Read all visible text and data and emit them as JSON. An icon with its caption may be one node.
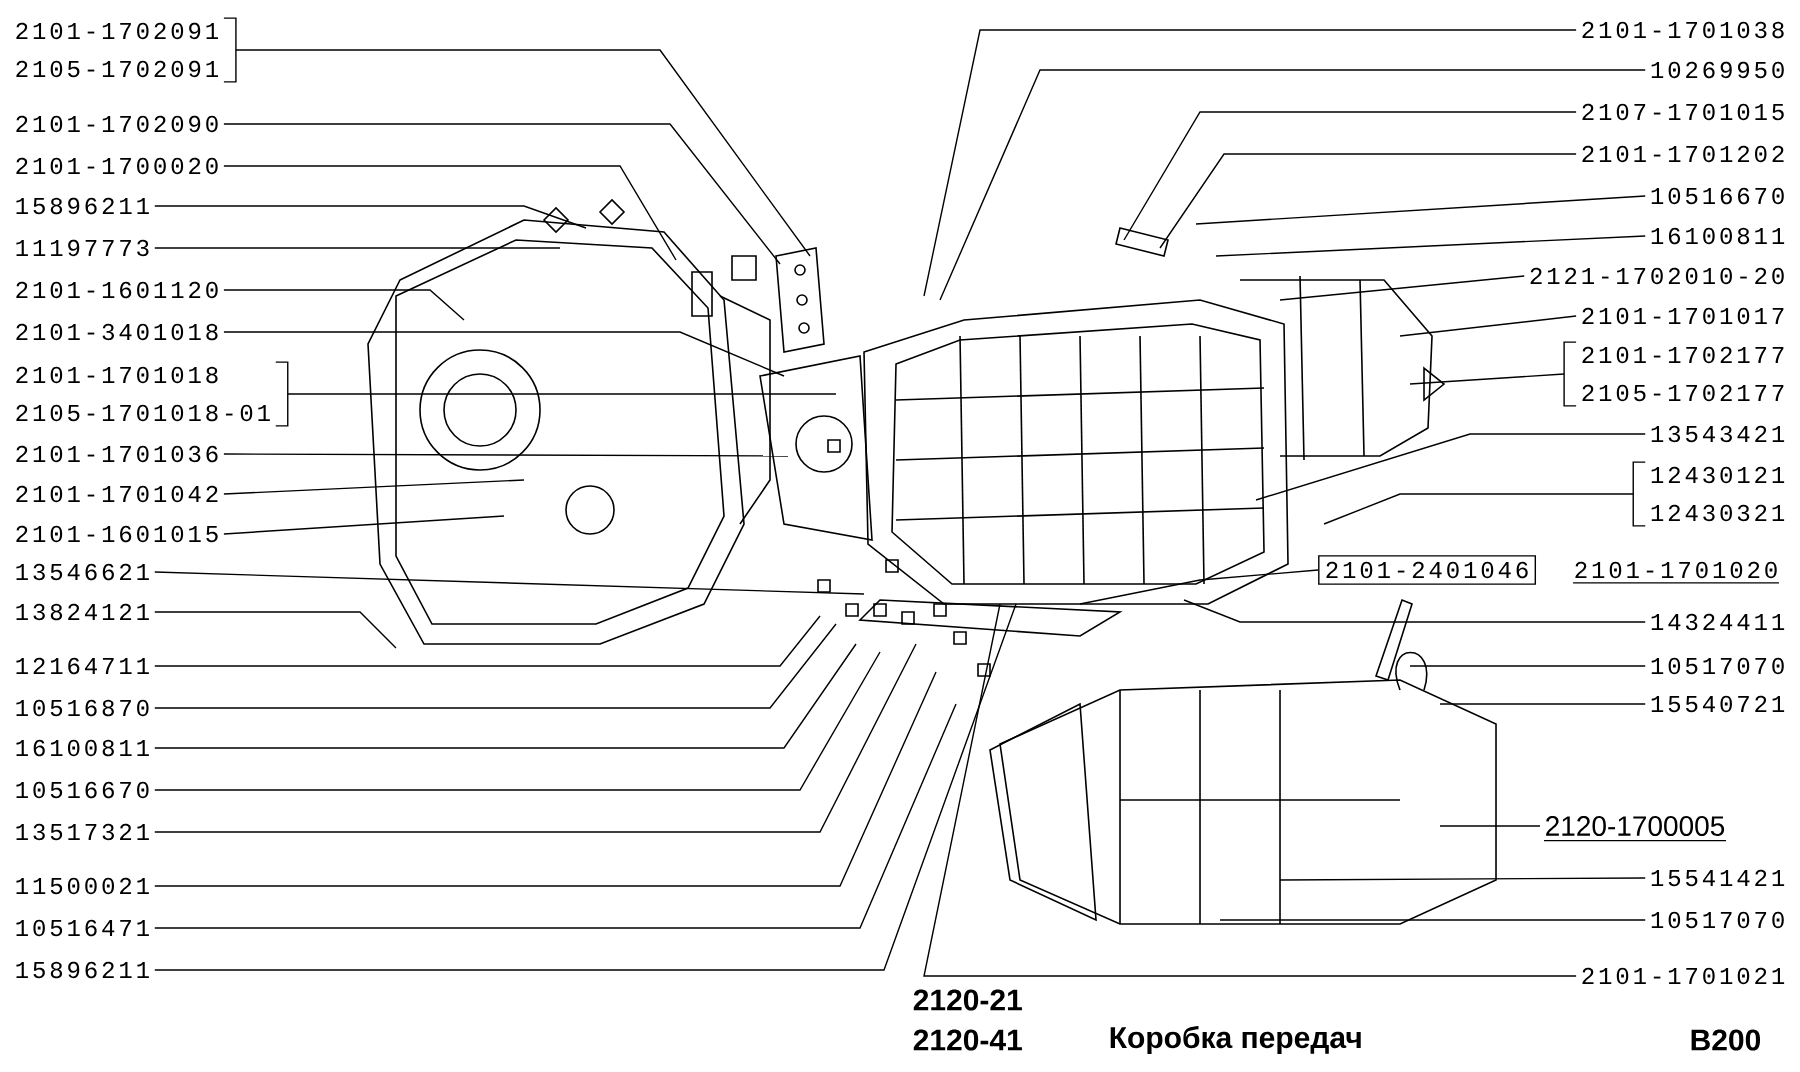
{
  "diagram": {
    "title": "Коробка передач",
    "nodes": [
      {
        "text": [
          "2101-1702091",
          "2105-1702091"
        ]
      },
      {
        "text": [
          "2101-1702090"
        ]
      },
      {
        "text": [
          "2101-1700020"
        ]
      },
      {
        "text": [
          "15896211"
        ]
      },
      {
        "text": [
          "11197773"
        ]
      },
      {
        "text": [
          "2101-1601120"
        ]
      },
      {
        "text": [
          "2101-3401018"
        ]
      },
      {
        "text": [
          "2101-1701018",
          "2105-1701018-01"
        ]
      },
      {
        "text": [
          "2101-1701036"
        ]
      },
      {
        "text": [
          "2101-1701042"
        ]
      },
      {
        "text": [
          "2101-1601015"
        ]
      },
      {
        "text": [
          "13546621"
        ]
      },
      {
        "text": [
          "13824121"
        ]
      },
      {
        "text": [
          "12164711"
        ]
      },
      {
        "text": [
          "10516870"
        ]
      },
      {
        "text": [
          "16100811"
        ]
      },
      {
        "text": [
          "10516670"
        ]
      },
      {
        "text": [
          "13517321"
        ]
      },
      {
        "text": [
          "11500021"
        ]
      },
      {
        "text": [
          "10516471"
        ]
      },
      {
        "text": [
          "15896211"
        ]
      },
      {
        "text": [
          "2101-1701038"
        ]
      },
      {
        "text": [
          "10269950"
        ]
      },
      {
        "text": [
          "2107-1701015"
        ]
      },
      {
        "text": [
          "2101-1701202"
        ]
      },
      {
        "text": [
          "10516670"
        ]
      },
      {
        "text": [
          "16100811"
        ]
      },
      {
        "text": [
          "2121-1702010-20"
        ]
      },
      {
        "text": [
          "2101-1701017"
        ]
      },
      {
        "text": [
          "2101-1702177",
          "2105-1702177"
        ]
      },
      {
        "text": [
          "13543421"
        ]
      },
      {
        "text": [
          "12430121",
          "12430321"
        ]
      },
      {
        "text": [
          "2101-2401046"
        ]
      },
      {
        "text": [
          "14324411"
        ]
      },
      {
        "text": [
          "10517070"
        ]
      },
      {
        "text": [
          "15540721"
        ]
      },
      {
        "text": [
          "2120-1700005"
        ]
      },
      {
        "text": [
          "15541421"
        ]
      },
      {
        "text": [
          "10517070"
        ]
      },
      {
        "text": [
          "2101-1701021"
        ]
      }
    ],
    "edges": [
      {
        "from": 0,
        "to": null,
        "arrow": "none"
      },
      {
        "from": 1,
        "to": null,
        "arrow": "none"
      },
      {
        "from": 2,
        "to": null,
        "arrow": "none"
      },
      {
        "from": 3,
        "to": null,
        "arrow": "none"
      },
      {
        "from": 4,
        "to": null,
        "arrow": "none"
      },
      {
        "from": 5,
        "to": null,
        "arrow": "none"
      },
      {
        "from": 6,
        "to": null,
        "arrow": "none"
      },
      {
        "from": 7,
        "to": null,
        "arrow": "none"
      },
      {
        "from": 8,
        "to": null,
        "arrow": "none"
      },
      {
        "from": 9,
        "to": null,
        "arrow": "none"
      },
      {
        "from": 10,
        "to": null,
        "arrow": "none"
      },
      {
        "from": 11,
        "to": null,
        "arrow": "none"
      },
      {
        "from": 12,
        "to": null,
        "arrow": "none"
      },
      {
        "from": 13,
        "to": null,
        "arrow": "none"
      },
      {
        "from": 14,
        "to": null,
        "arrow": "none"
      },
      {
        "from": 15,
        "to": null,
        "arrow": "none"
      },
      {
        "from": 16,
        "to": null,
        "arrow": "none"
      },
      {
        "from": 17,
        "to": null,
        "arrow": "none"
      },
      {
        "from": 18,
        "to": null,
        "arrow": "none"
      },
      {
        "from": 19,
        "to": null,
        "arrow": "none"
      },
      {
        "from": 20,
        "to": null,
        "arrow": "none"
      },
      {
        "from": 21,
        "to": null,
        "arrow": "none"
      },
      {
        "from": 22,
        "to": null,
        "arrow": "none"
      },
      {
        "from": 23,
        "to": null,
        "arrow": "none"
      },
      {
        "from": 24,
        "to": null,
        "arrow": "none"
      },
      {
        "from": 25,
        "to": null,
        "arrow": "none"
      },
      {
        "from": 26,
        "to": null,
        "arrow": "none"
      },
      {
        "from": 27,
        "to": null,
        "arrow": "none"
      },
      {
        "from": 28,
        "to": null,
        "arrow": "none"
      },
      {
        "from": 29,
        "to": null,
        "arrow": "none"
      },
      {
        "from": 30,
        "to": null,
        "arrow": "none"
      },
      {
        "from": 31,
        "to": null,
        "arrow": "none"
      },
      {
        "from": 32,
        "to": null,
        "arrow": "none"
      },
      {
        "from": 33,
        "to": null,
        "arrow": "none"
      },
      {
        "from": 34,
        "to": null,
        "arrow": "none"
      },
      {
        "from": 35,
        "to": null,
        "arrow": "none"
      },
      {
        "from": 36,
        "to": null,
        "arrow": "none"
      },
      {
        "from": 37,
        "to": null,
        "arrow": "none"
      },
      {
        "from": 38,
        "to": null,
        "arrow": "none"
      },
      {
        "from": 39,
        "to": null,
        "arrow": "none"
      }
    ],
    "labels": [
      "2101-1701020",
      "2120-21",
      "2120-41",
      "B200"
    ]
  }
}
